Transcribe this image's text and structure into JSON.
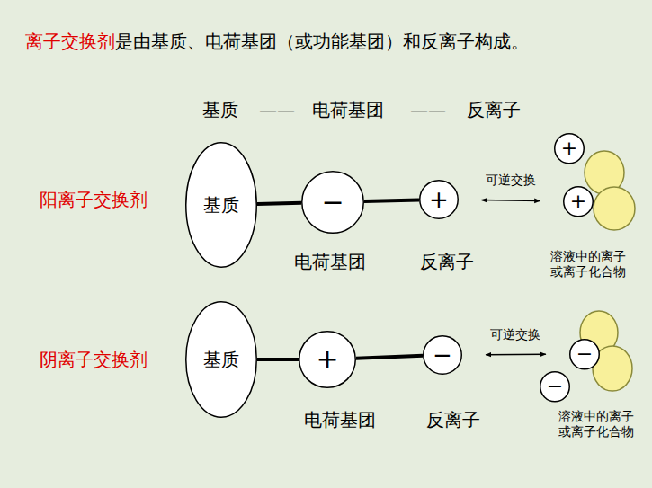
{
  "diagram": {
    "nodes": [
      {
        "text": [
          "基质"
        ]
      },
      {
        "text": [
          "−"
        ]
      },
      {
        "text": [
          "+"
        ]
      },
      {
        "text": [
          "+"
        ]
      },
      {
        "text": [
          "+"
        ]
      },
      {
        "text": [
          "基质"
        ]
      },
      {
        "text": [
          "+"
        ]
      },
      {
        "text": [
          "−"
        ]
      },
      {
        "text": [
          "−"
        ]
      },
      {
        "text": [
          "−"
        ]
      }
    ],
    "edges": [
      {
        "from": 0,
        "to": 1,
        "arrow": "none"
      },
      {
        "from": 1,
        "to": 2,
        "arrow": "none"
      },
      {
        "from": 2,
        "to": 4,
        "label": "可逆交换",
        "arrow": "both"
      },
      {
        "from": 5,
        "to": 6,
        "arrow": "none"
      },
      {
        "from": 6,
        "to": 7,
        "arrow": "none"
      },
      {
        "from": 7,
        "to": 8,
        "label": "可逆交换",
        "arrow": "both"
      }
    ],
    "labels": [
      "离子交换剂",
      "是由基质、电荷基团（或功能基团）和反离子构成。",
      "基质",
      "——",
      "电荷基团",
      "——",
      "反离子",
      "阳离子交换剂",
      "电荷基团",
      "反离子",
      "溶液中的离子或离子化合物",
      "阴离子交换剂",
      "电荷基团",
      "反离子",
      "溶液中的离子或离子化合物"
    ]
  }
}
